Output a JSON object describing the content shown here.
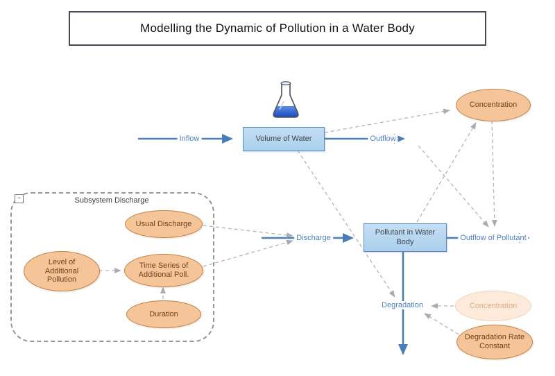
{
  "title": {
    "text": "Modelling the Dynamic of Pollution in a Water Body"
  },
  "stocks": {
    "volume_of_water": {
      "label": "Volume of Water"
    },
    "pollutant_in_water_body": {
      "label": "Pollutant in Water Body"
    }
  },
  "flows": {
    "inflow": {
      "label": "Inflow"
    },
    "outflow": {
      "label": "Outflow"
    },
    "discharge": {
      "label": "Discharge"
    },
    "outflow_of_pollutant": {
      "label": "Outflow of Pollutant"
    },
    "degradation": {
      "label": "Degradation"
    }
  },
  "auxiliaries": {
    "concentration": {
      "label": "Concentration"
    },
    "usual_discharge": {
      "label": "Usual Discharge"
    },
    "level_of_additional_pollution": {
      "label": "Level of Additional Pollution"
    },
    "time_series_of_additional_poll": {
      "label": "Time Series of Additional Poll."
    },
    "duration": {
      "label": "Duration"
    },
    "concentration_ghost": {
      "label": "Concentration"
    },
    "degradation_rate_constant": {
      "label": "Degradation Rate Constant"
    }
  },
  "subsystem": {
    "label": "Subsystem Discharge",
    "collapse_glyph": "−"
  },
  "icons": {
    "flask": "flask-icon"
  },
  "colors": {
    "stock_fill": "#b6d7f1",
    "stock_border": "#5b89c4",
    "aux_fill": "#f5c498",
    "aux_border": "#bf8347",
    "ghost_fill": "#fdeadb",
    "flow_blue": "#4a7eb5",
    "flow_label_blue": "#4f81bd",
    "link_gray": "#aab0b8",
    "flask_liquid": "#2f62c9"
  }
}
